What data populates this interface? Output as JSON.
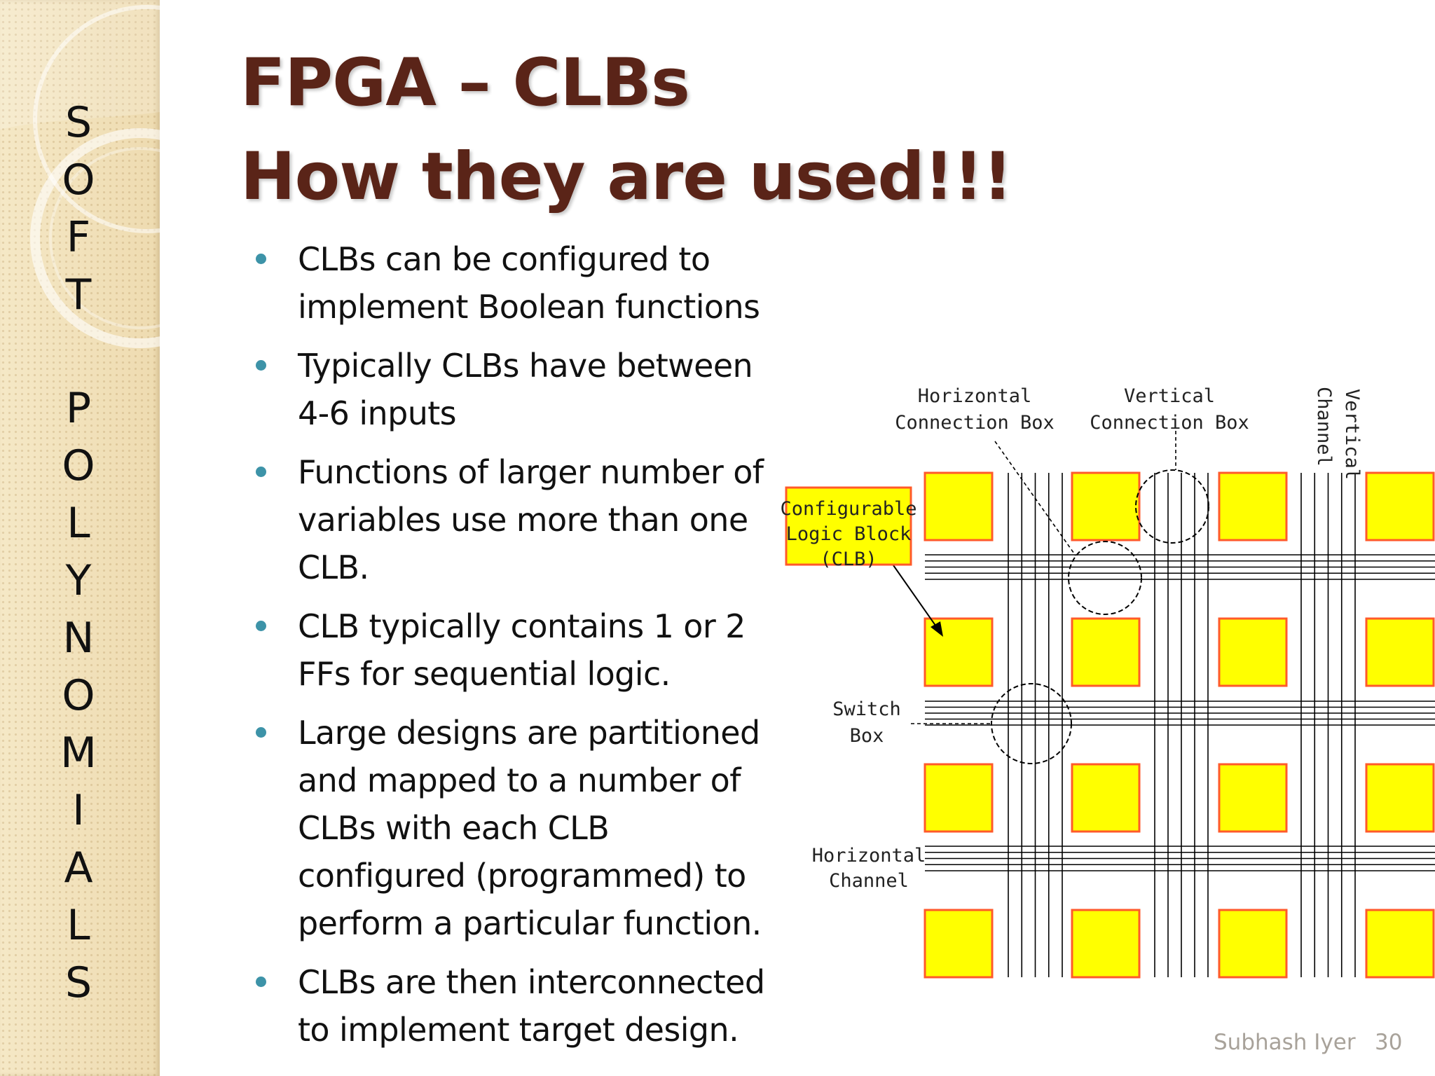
{
  "sidebar": {
    "letters": [
      "S",
      "O",
      "F",
      "T",
      "P",
      "O",
      "L",
      "Y",
      "N",
      "O",
      "M",
      "I",
      "A",
      "L",
      "S"
    ]
  },
  "slide": {
    "title_line1": "FPGA – CLBs",
    "title_line2": "How they are used!!!",
    "bullets": [
      {
        "lines": [
          "CLBs can be configured to",
          "implement Boolean functions"
        ]
      },
      {
        "lines": [
          "Typically CLBs have between",
          "4-6 inputs"
        ]
      },
      {
        "lines": [
          "Functions of larger number of",
          "variables use more than one",
          "CLB."
        ]
      },
      {
        "lines": [
          "CLB typically contains 1 or 2",
          "FFs for sequential logic."
        ]
      },
      {
        "lines": [
          "Large designs are partitioned",
          "and mapped to a number of",
          "CLBs with each CLB",
          "configured (programmed) to",
          "perform a particular function."
        ]
      },
      {
        "lines": [
          "CLBs are then interconnected",
          "to implement target design."
        ]
      }
    ]
  },
  "diagram": {
    "labels": {
      "horizontal_connection_box": [
        "Horizontal",
        "Connection Box"
      ],
      "vertical_connection_box": [
        "Vertical",
        "Connection Box"
      ],
      "vertical_channel": [
        "Vertical",
        "Channel"
      ],
      "clb": [
        "Configurable",
        "Logic Block",
        "(CLB)"
      ],
      "switch_box": [
        "Switch",
        "Box"
      ],
      "horizontal_channel": [
        "Horizontal",
        "Channel"
      ]
    },
    "grid_rows": 4,
    "grid_cols": 4,
    "colors": {
      "block_fill": "#ffff00",
      "block_border": "#ff5a2a",
      "wire": "#000000"
    }
  },
  "footer": {
    "author": "Subhash Iyer",
    "page": "30"
  }
}
